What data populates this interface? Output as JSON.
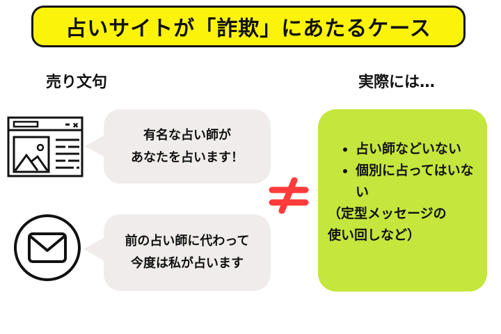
{
  "title": "占いサイトが「詐欺」にあたるケース",
  "left_column": {
    "heading": "売り文句",
    "items": [
      {
        "icon": "browser-window-icon",
        "lines": [
          "有名な占い師が",
          "あなたを占います！"
        ]
      },
      {
        "icon": "envelope-icon",
        "lines": [
          "前の占い師に代わって",
          "今度は私が占います"
        ]
      }
    ]
  },
  "operator": {
    "symbol": "≠",
    "color": "#ff3b3b"
  },
  "right_column": {
    "heading": "実際には…",
    "bullets": [
      "占い師などいない",
      "個別に占ってはいない"
    ],
    "note_lines": [
      "（定型メッセージの",
      "使い回しなど）"
    ],
    "box_color": "#c5e63c"
  },
  "colors": {
    "title_bg": "#fbf40a",
    "bubble_bg": "#f1ecec"
  }
}
